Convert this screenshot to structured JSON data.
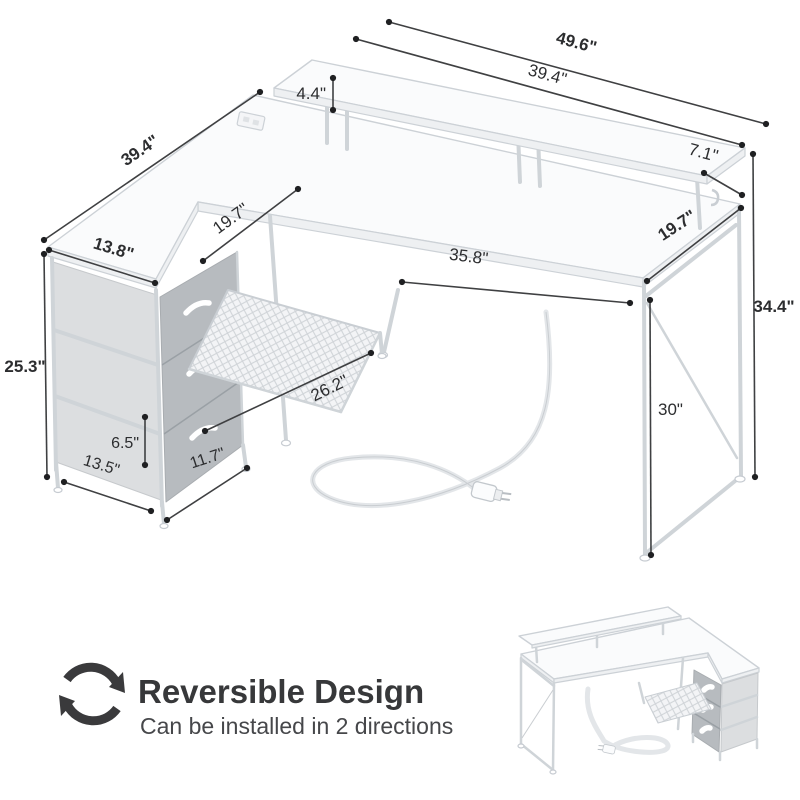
{
  "dims": {
    "total_width": "49.6\"",
    "shelf_length": "39.4\"",
    "shelf_height": "4.4\"",
    "shelf_depth": "7.1\"",
    "left_desk_length": "39.4\"",
    "left_desk_width": "19.7\"",
    "drawer_top_width": "13.8\"",
    "under_desk_clearance_width": "35.8\"",
    "desk_depth": "19.7\"",
    "total_height": "34.4\"",
    "left_section_height": "25.3\"",
    "leg_height": "30\"",
    "shelf_diagonal": "26.2\"",
    "drawer_clearance": "6.5\"",
    "drawer_base_width": "13.5\"",
    "drawer_front_width": "11.7\""
  },
  "footer": {
    "title": "Reversible Design",
    "subtitle": "Can be installed in 2 directions"
  },
  "icons": {
    "footer": "circular-reversible-arrows",
    "plug": "power-plug"
  },
  "colors": {
    "text": "#2c2d2f",
    "dimension_line": "#3f4042",
    "desk_outline": "#c9ced3",
    "fabric_side": "#dcdee0",
    "fabric_front": "#b7bbbf",
    "heading": "#37383a"
  }
}
